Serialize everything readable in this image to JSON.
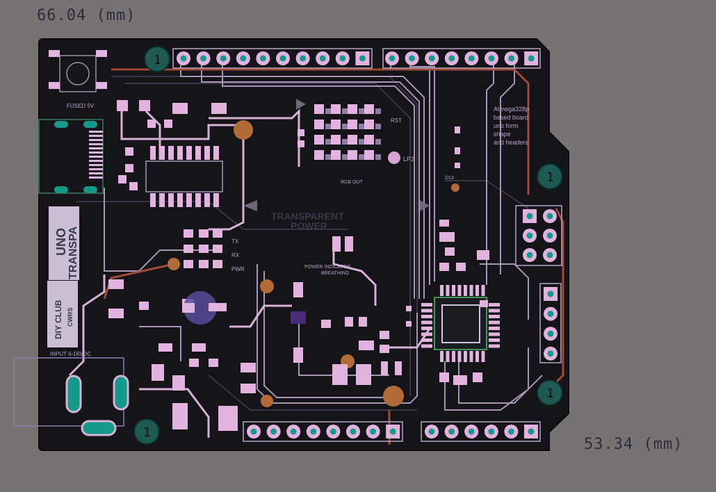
{
  "dimensions": {
    "width_label": "66.04 (mm)",
    "height_label": "53.34 (mm)"
  },
  "mounting_holes": {
    "label": "1"
  },
  "silkscreen": {
    "fused": "FUSED 5V",
    "board_desc_1": "Atmega328p",
    "board_desc_2": "based board",
    "board_desc_3": "uno form",
    "board_desc_4": "shape",
    "board_desc_5": "and headers",
    "transparent": "TRANSPARENT",
    "power": "POWER",
    "uno": "UNO",
    "transpa": "TRANSPA",
    "power_indicator": "POWER INDICATOR",
    "breathing": "BREATHING",
    "input": "INPUT 6-16VDC",
    "rst": "RST",
    "tx": "TX",
    "rx": "RX",
    "pwr": "PWR",
    "d13": "D13",
    "rgb": "RGB OUT",
    "lp2": "LP2",
    "diy_line1": "DIY CLUB",
    "diy_line2": "CWRS"
  },
  "colors": {
    "background": "#777373",
    "board": "#141419",
    "copper": "#e2b3de",
    "trace_dark": "#a49aa2",
    "pad_green": "#1f5a52",
    "pad_teal": "#159a8a",
    "orange": "#b26a36"
  }
}
